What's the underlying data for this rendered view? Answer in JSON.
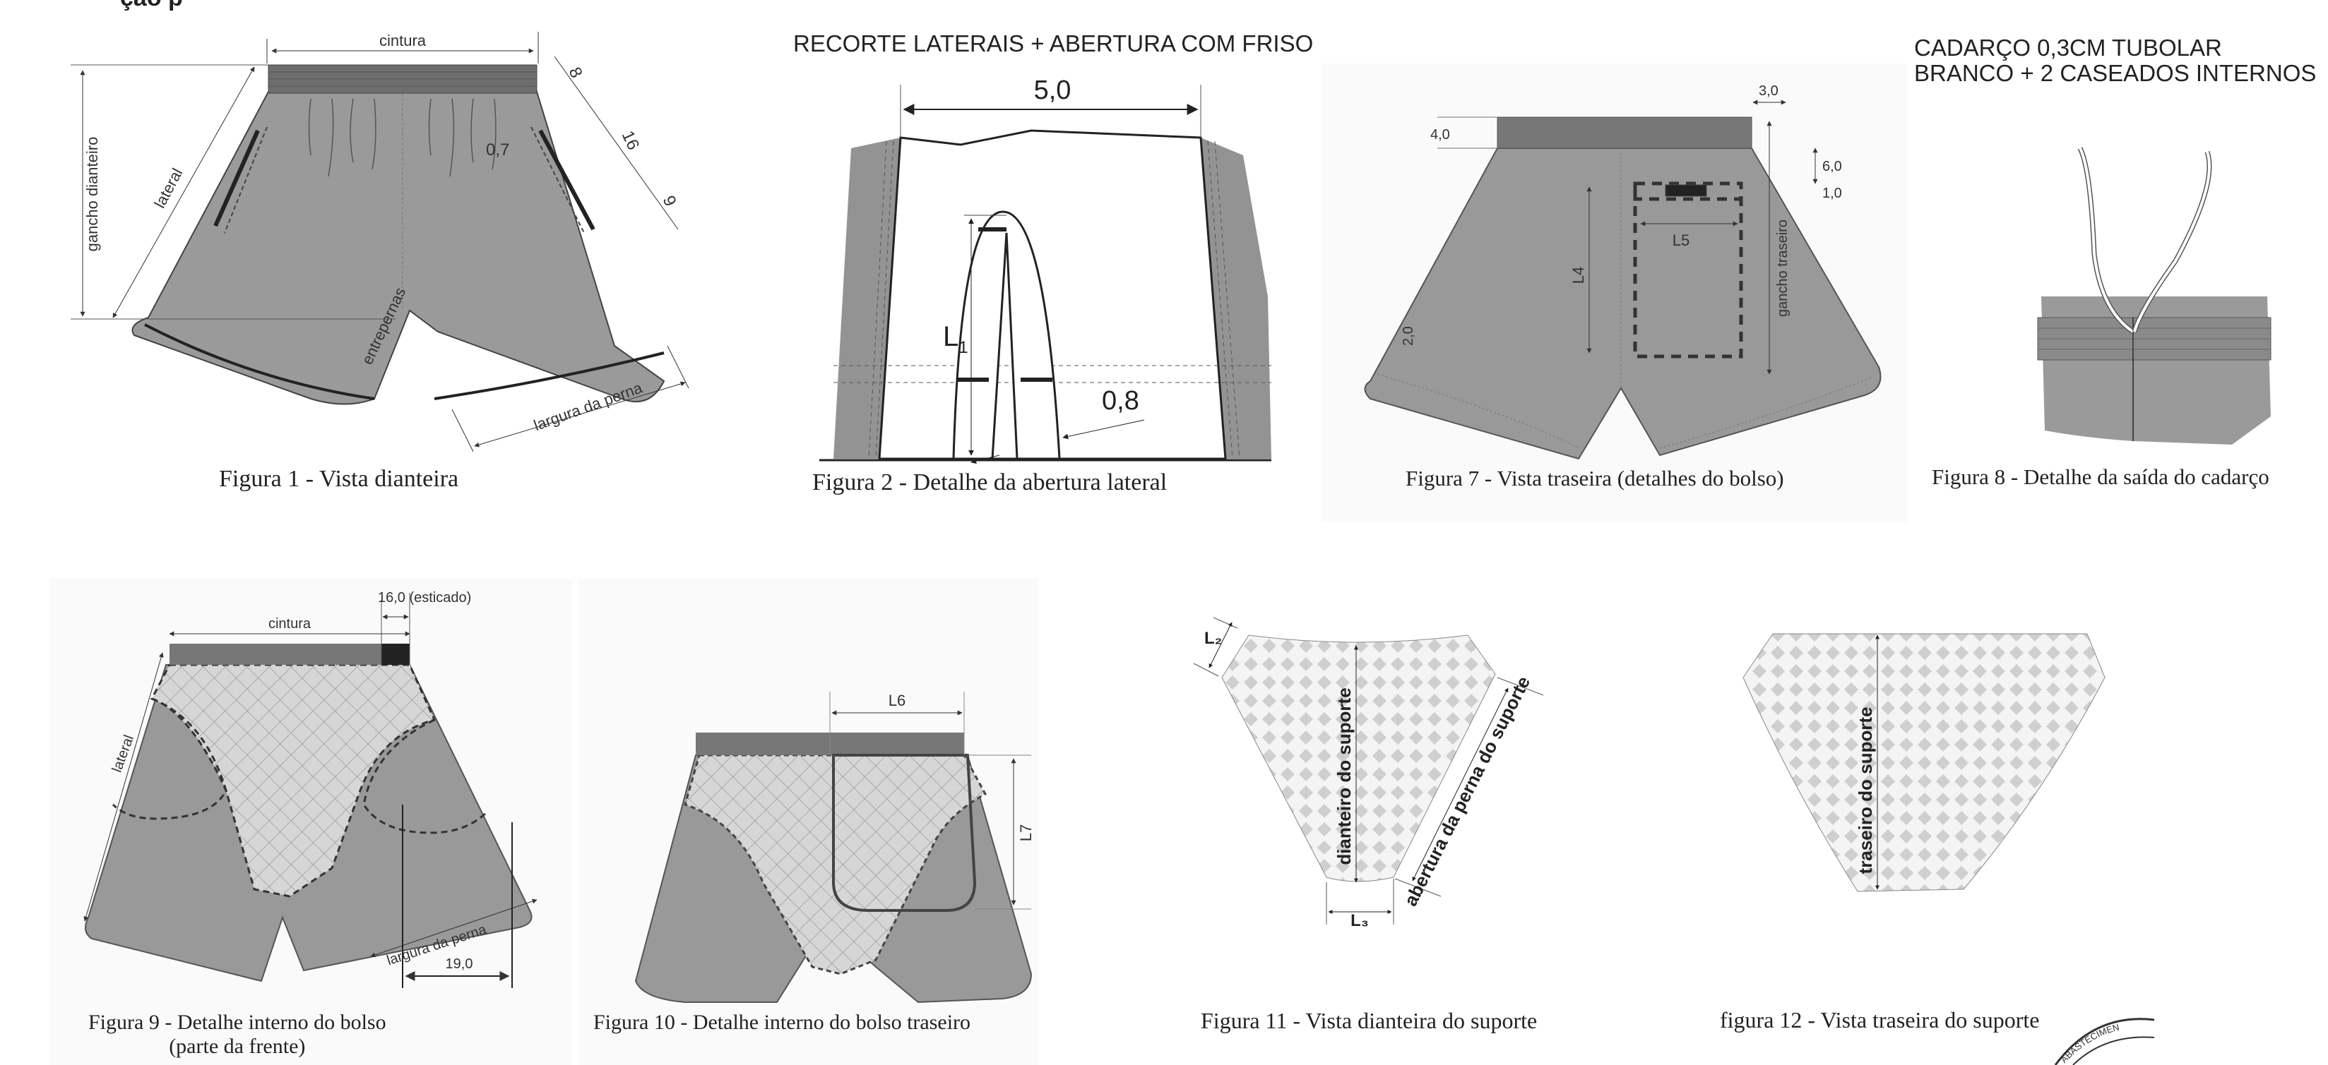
{
  "header_fragment": "ção p",
  "figures": [
    {
      "id": "fig1",
      "caption": "Figura 1 - Vista dianteira",
      "labels": {
        "cintura": "cintura",
        "gancho": "gancho dianteiro",
        "lateral": "lateral",
        "entrepernas": "entrepernas",
        "largura": "largura da perna",
        "d8": "8",
        "d16": "16",
        "d9": "9",
        "d07": "0,7"
      }
    },
    {
      "id": "fig2",
      "note": "RECORTE LATERAIS + ABERTURA COM FRISO",
      "caption": "Figura 2 - Detalhe da abertura lateral",
      "labels": {
        "width": "5,0",
        "l1": "L",
        "l1_sub": "1",
        "d08": "0,8"
      }
    },
    {
      "id": "fig7",
      "caption": "Figura 7 - Vista traseira (detalhes do bolso)",
      "labels": {
        "d40": "4,0",
        "d30": "3,0",
        "d60": "6,0",
        "d10": "1,0",
        "l4": "L4",
        "l5": "L5",
        "gancho": "gancho traseiro",
        "d20": "2,0"
      }
    },
    {
      "id": "fig8",
      "note_lines": [
        "CADARÇO 0,3CM TUBOLAR",
        "BRANCO + 2 CASEADOS INTERNOS"
      ],
      "caption": "Figura 8 - Detalhe da saída do cadarço"
    },
    {
      "id": "fig9",
      "caption_lines": [
        "Figura 9 - Detalhe interno do bolso",
        "(parte da frente)"
      ],
      "labels": {
        "esticado": "16,0 (esticado)",
        "cintura": "cintura",
        "lateral": "lateral",
        "largura": "largura da perna",
        "d19": "19,0"
      }
    },
    {
      "id": "fig10",
      "caption": "Figura 10 - Detalhe interno do bolso traseiro",
      "labels": {
        "l6": "L6",
        "l7": "L7"
      }
    },
    {
      "id": "fig11",
      "caption": "Figura 11 - Vista dianteira do suporte",
      "labels": {
        "l2": "L₂",
        "l3": "L₃",
        "dianteiro": "dianteiro do suporte",
        "abertura": "abertura da perna  do suporte"
      }
    },
    {
      "id": "fig12",
      "caption": "figura 12 - Vista traseira do suporte",
      "labels": {
        "traseiro": "traseiro do suporte"
      },
      "stamp_text": "ABASTECIMEN"
    }
  ],
  "colors": {
    "fabric": "#999999",
    "fabric_dark": "#6f6f6f",
    "waistband": "#7a7a7a",
    "lining": "#d7d7d7",
    "dots": "#d0d0d0",
    "line": "#333333"
  }
}
